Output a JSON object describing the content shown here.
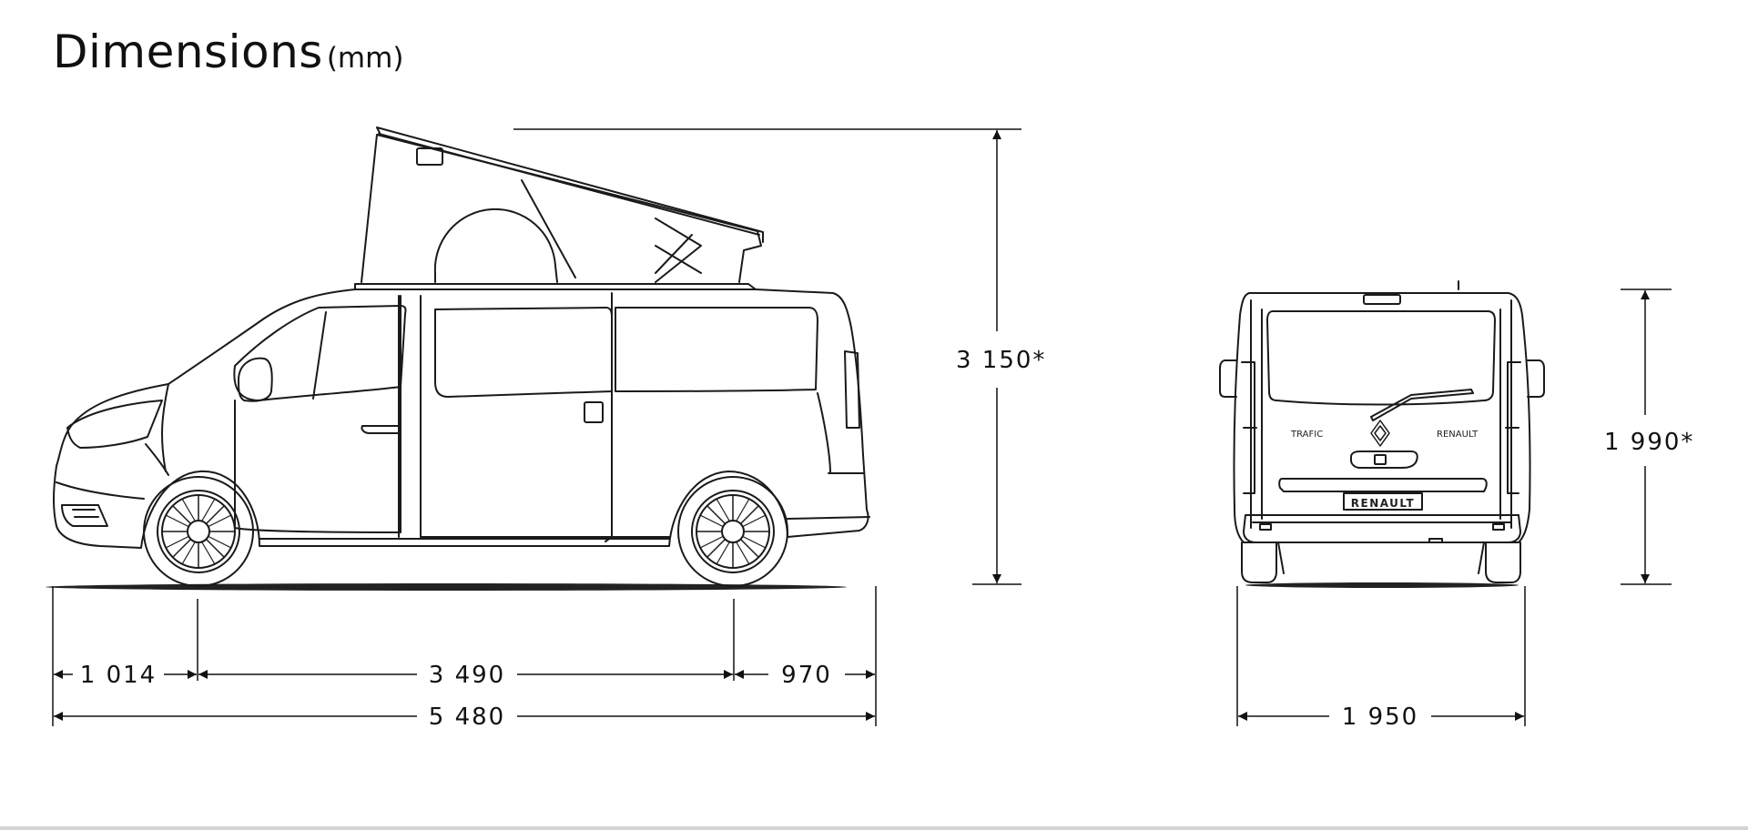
{
  "title": {
    "main": "Dimensions",
    "unit": "(mm)"
  },
  "side_view": {
    "overall_height": "3 150*",
    "front_overhang": "1 014",
    "wheelbase": "3 490",
    "rear_overhang": "970",
    "overall_length": "5 480"
  },
  "rear_view": {
    "height": "1 990*",
    "width": "1 950",
    "model_badge": "TRAFIC",
    "brand_badge": "RENAULT",
    "plate_text": "RENAULT"
  }
}
